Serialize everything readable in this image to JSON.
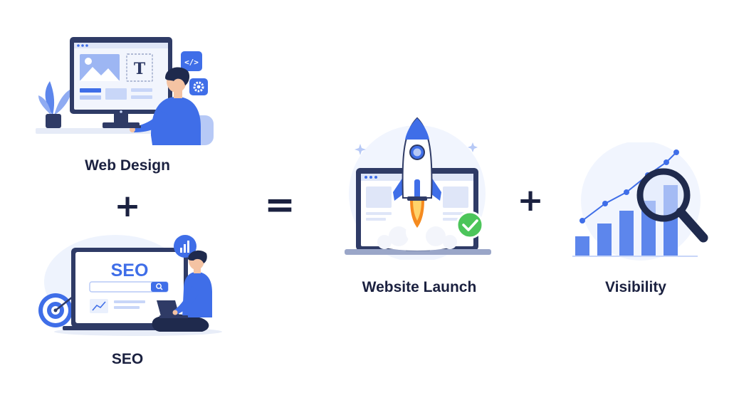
{
  "items": {
    "web_design": {
      "label": "Web Design",
      "illustration": "designer-at-monitor"
    },
    "seo": {
      "label": "SEO",
      "screen_text": "SEO",
      "illustration": "person-with-laptop-seo"
    },
    "website_launch": {
      "label": "Website Launch",
      "illustration": "rocket-launch-laptop"
    },
    "visibility": {
      "label": "Visibility",
      "illustration": "bar-chart-magnifier"
    }
  },
  "operators": {
    "plus_vertical": "+",
    "equals": "=",
    "plus_horizontal": "+"
  },
  "colors": {
    "accent_blue": "#3f6ee8",
    "light_blue": "#b7c9f6",
    "pale_blue": "#eaf0fd",
    "dark_navy": "#1b2140",
    "success_green": "#4cc55a",
    "flame_orange": "#f58a1f"
  }
}
